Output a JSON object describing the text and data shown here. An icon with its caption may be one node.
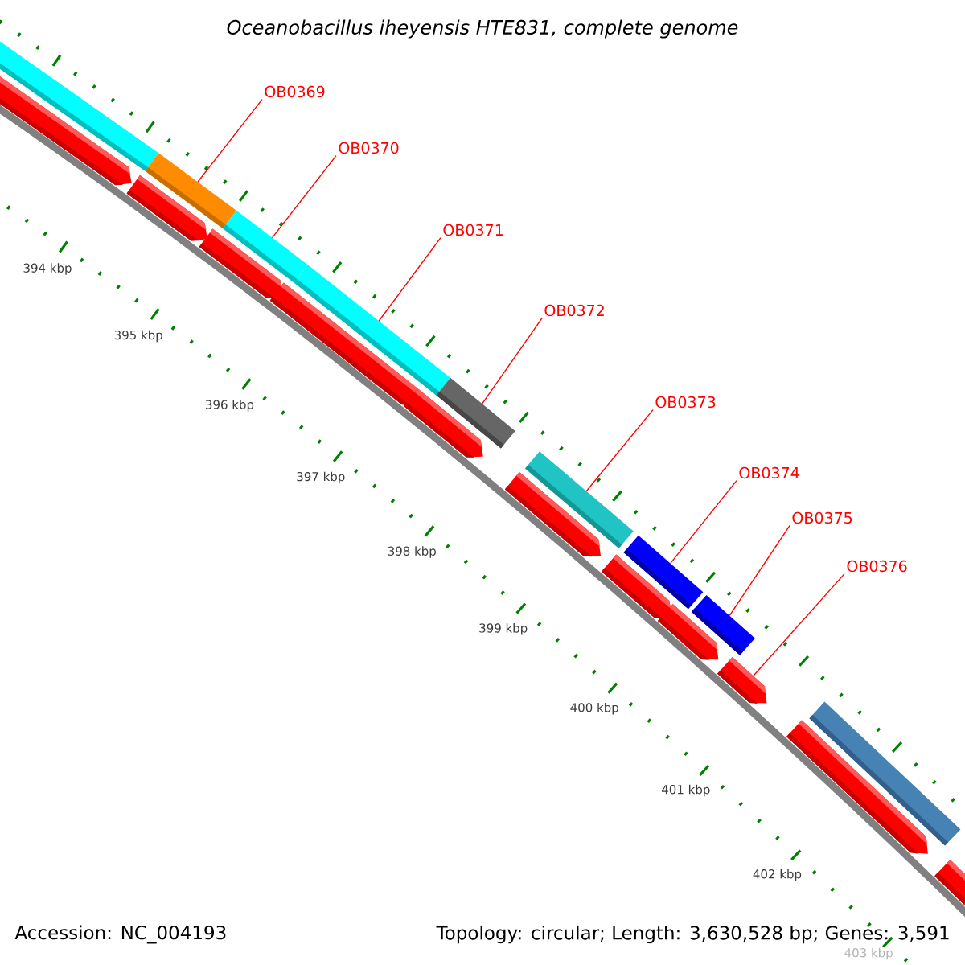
{
  "diagram": {
    "title": "Oceanobacillus iheyensis HTE831, complete genome",
    "nodes": [
      {
        "text": [
          "OB0369"
        ]
      },
      {
        "text": [
          "OB0370"
        ]
      },
      {
        "text": [
          "OB0371"
        ]
      },
      {
        "text": [
          "OB0372"
        ]
      },
      {
        "text": [
          "OB0373"
        ]
      },
      {
        "text": [
          "OB0374"
        ]
      },
      {
        "text": [
          "OB0375"
        ]
      },
      {
        "text": [
          "OB0376"
        ]
      },
      {
        "text": [],
        "shape": "bar"
      },
      {
        "text": [],
        "shape": "bar"
      },
      {
        "text": [],
        "shape": "bar"
      },
      {
        "text": [],
        "shape": "bar"
      },
      {
        "text": [],
        "shape": "bar"
      },
      {
        "text": [],
        "shape": "bar"
      },
      {
        "text": [],
        "shape": "bar"
      },
      {
        "text": [],
        "shape": "bar"
      }
    ],
    "edges": [
      {
        "from": 0,
        "to": 8,
        "arrow": "none"
      },
      {
        "from": 1,
        "to": 9,
        "arrow": "none"
      },
      {
        "from": 2,
        "to": 10,
        "arrow": "none"
      },
      {
        "from": 3,
        "to": 11,
        "arrow": "none"
      },
      {
        "from": 4,
        "to": 12,
        "arrow": "none"
      },
      {
        "from": 5,
        "to": 13,
        "arrow": "none"
      },
      {
        "from": 6,
        "to": 14,
        "arrow": "none"
      },
      {
        "from": 7,
        "to": 15,
        "arrow": "none"
      }
    ],
    "labels": [
      "394 kbp",
      "395 kbp",
      "396 kbp",
      "397 kbp",
      "398 kbp",
      "399 kbp",
      "400 kbp",
      "401 kbp",
      "402 kbp",
      "403 kbp",
      "Accession: NC_004193",
      "Topology: circular; Length: 3,630,528 bp; Genes: 3,591"
    ]
  }
}
